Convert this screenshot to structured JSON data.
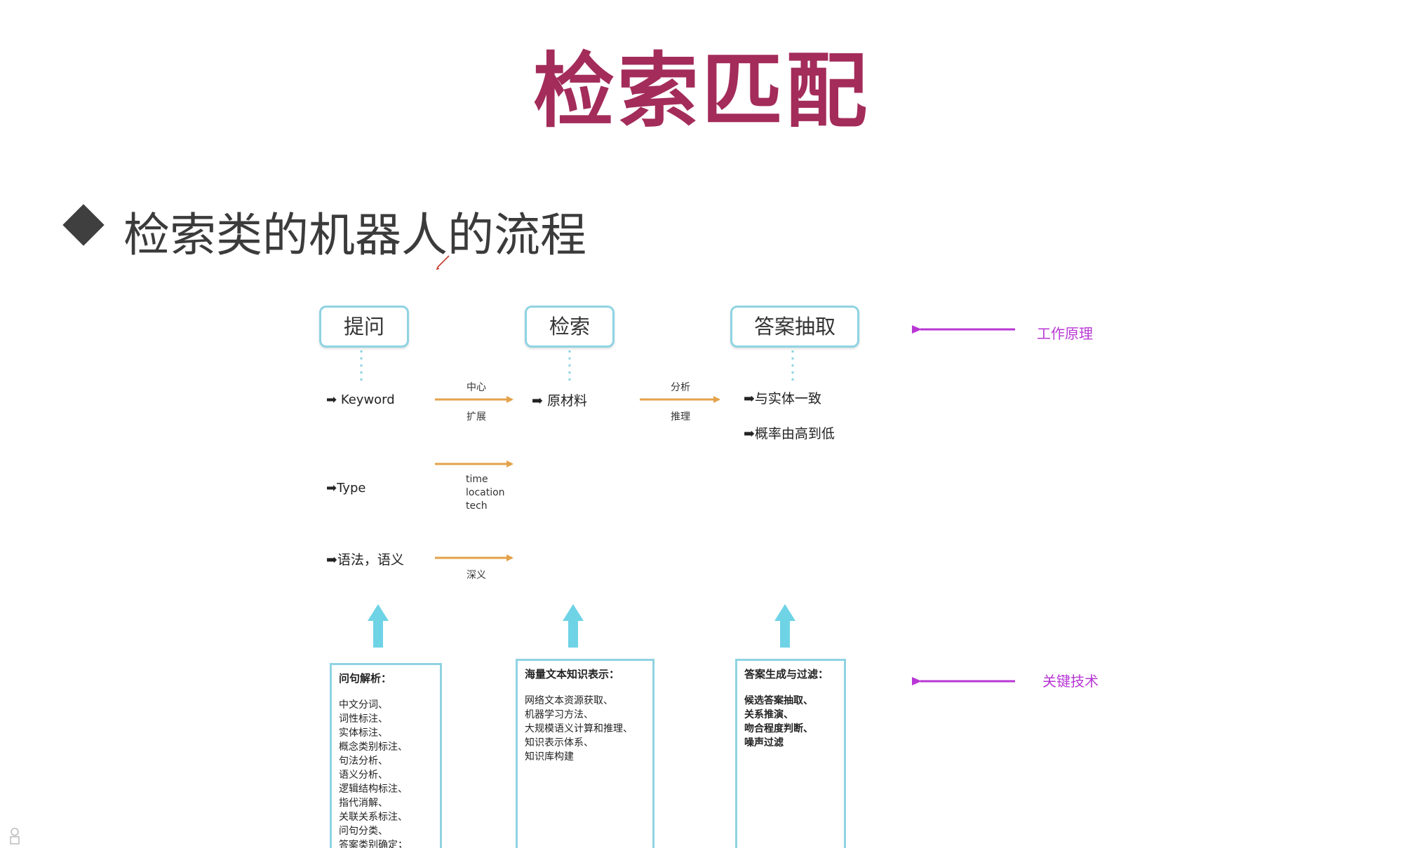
{
  "title": "检索匹配",
  "bullet": "检索类的机器人的流程",
  "stages": [
    {
      "label": "提问"
    },
    {
      "label": "检索"
    },
    {
      "label": "答案抽取"
    }
  ],
  "question_items": [
    "Keyword",
    "Type",
    "语法，语义"
  ],
  "arrows": {
    "keyword_top": "中心",
    "keyword_bottom": "扩展",
    "type_lines": [
      "time",
      "location",
      "tech"
    ],
    "semantic_bottom": "深义",
    "retrieval_top": "分析",
    "retrieval_bottom": "推理"
  },
  "retrieval_item": "原材料",
  "answer_items": [
    "与实体一致",
    "概率由高到低"
  ],
  "side_labels": {
    "principle": "工作原理",
    "tech": "关键技术"
  },
  "tech_boxes": [
    {
      "title": "问句解析：",
      "lines": [
        "中文分词、",
        "词性标注、",
        "实体标注、",
        "概念类别标注、",
        "句法分析、",
        "语义分析、",
        "逻辑结构标注、",
        "指代消解、",
        "关联关系标注、",
        "问句分类、",
        "答案类别确定；"
      ]
    },
    {
      "title": "海量文本知识表示：",
      "lines": [
        "网络文本资源获取、",
        "机器学习方法、",
        "大规模语义计算和推理、",
        "知识表示体系、",
        "知识库构建"
      ]
    },
    {
      "title": "答案生成与过滤：",
      "lines": [
        "候选答案抽取、",
        "关系推演、",
        "吻合程度判断、",
        "噪声过滤"
      ]
    }
  ],
  "colors": {
    "title": "#a32c5a",
    "box_border": "#8fd3e3",
    "flow_arrow": "#e3a24a",
    "up_arrow": "#6fd3e6",
    "side_arrow": "#b837d4"
  }
}
